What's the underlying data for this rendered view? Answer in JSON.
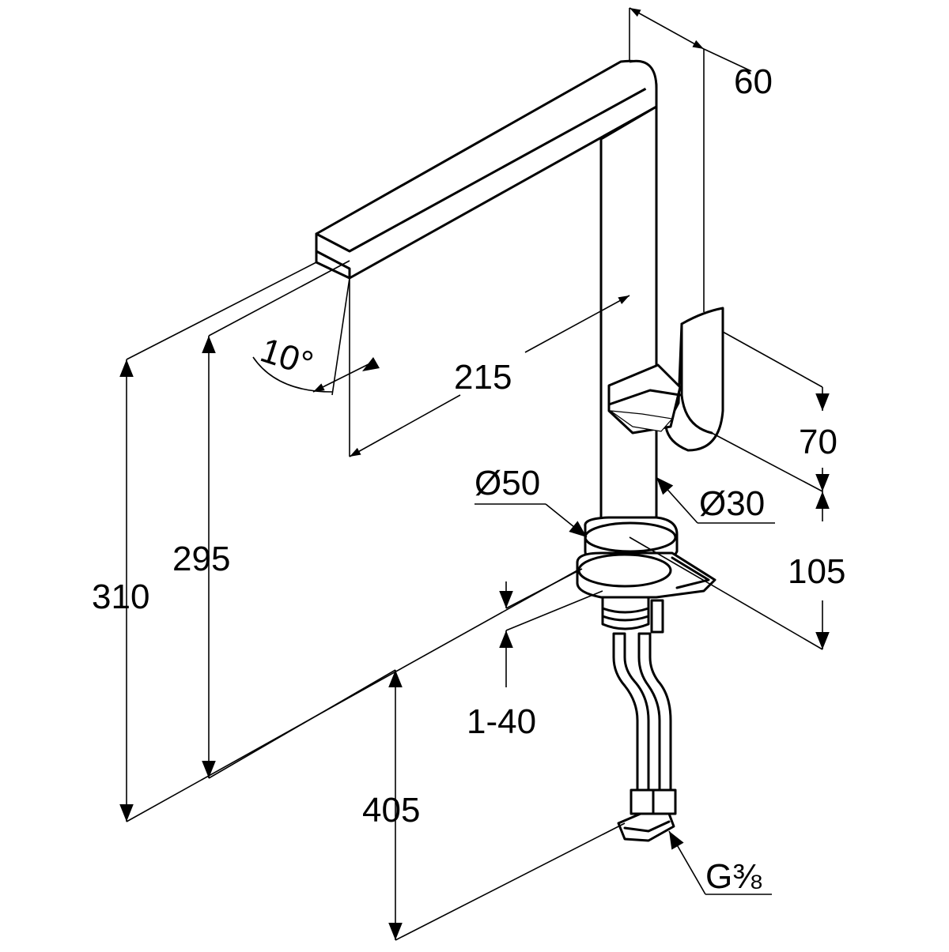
{
  "dimensions": {
    "d60": "60",
    "d215": "215",
    "d10deg": "10°",
    "d70": "70",
    "d105": "105",
    "d310": "310",
    "d295": "295",
    "d405": "405",
    "d1_40": "1-40",
    "dia50": "Ø50",
    "dia30": "Ø30",
    "g38": "G⅜"
  }
}
